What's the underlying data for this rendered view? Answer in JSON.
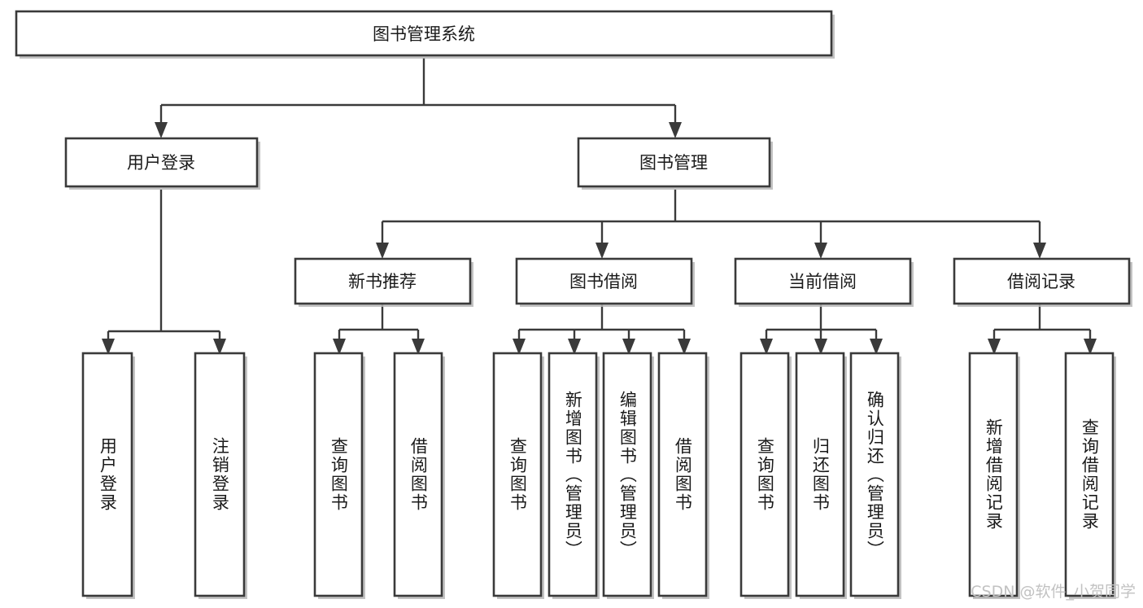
{
  "diagram": {
    "title": "图书管理系统",
    "type": "tree-hierarchy",
    "watermark": "CSDN @软件_小贺同学",
    "root": {
      "label": "图书管理系统"
    },
    "level2": [
      {
        "label": "用户登录"
      },
      {
        "label": "图书管理"
      }
    ],
    "level3": [
      {
        "label": "新书推荐"
      },
      {
        "label": "图书借阅"
      },
      {
        "label": "当前借阅"
      },
      {
        "label": "借阅记录"
      }
    ],
    "leaves": {
      "user_login": [
        {
          "label": "用户登录"
        },
        {
          "label": "注销登录"
        }
      ],
      "new_book_recommend": [
        {
          "label": "查询图书"
        },
        {
          "label": "借阅图书"
        }
      ],
      "book_borrow": [
        {
          "label": "查询图书"
        },
        {
          "label": "新增图书（管理员）"
        },
        {
          "label": "编辑图书（管理员）"
        },
        {
          "label": "借阅图书"
        }
      ],
      "current_borrow": [
        {
          "label": "查询图书"
        },
        {
          "label": "归还图书"
        },
        {
          "label": "确认归还（管理员）"
        }
      ],
      "borrow_record": [
        {
          "label": "新增借阅记录"
        },
        {
          "label": "查询借阅记录"
        }
      ]
    },
    "colors": {
      "stroke": "#3a3a3a",
      "fill": "#ffffff",
      "text": "#1a1a1a",
      "watermark": "#c2c2c2"
    }
  }
}
